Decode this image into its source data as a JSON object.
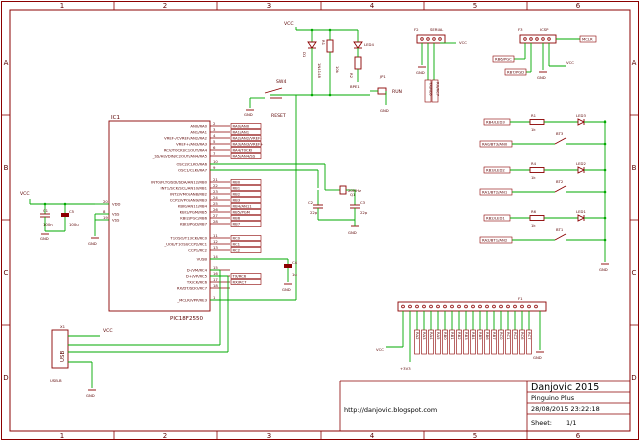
{
  "frame": {
    "columns": [
      "1",
      "2",
      "3",
      "4",
      "5",
      "6"
    ],
    "rows": [
      "A",
      "B",
      "C",
      "D"
    ]
  },
  "title_block": {
    "author": "Danjovic 2015",
    "project": "Pinguino Plus",
    "date": "28/08/2015 23:22:18",
    "sheet_label": "Sheet:",
    "sheet_value": "1/1",
    "url": "http://danjovic.blogspot.com"
  },
  "ic1": {
    "ref": "IC1",
    "part": "PIC18F2550",
    "left_pins": [
      "VDD",
      "VSS",
      "VSS"
    ],
    "left_pin_numbers": [
      "20",
      "8",
      "19"
    ],
    "right_pins": [
      "AN0/RA0",
      "AN1/RA1",
      "VREF-/CVREF/AN2/RA2",
      "VREF+/AN3/RA3",
      "RCV/T0CKI/C1OUT/RA4",
      "_SS/HLVDIN/C2OUT/AN4/RA5",
      "OSC2/CLKO/RA6",
      "OSC1/CLKI/RA7",
      "INT0/FLT0/SDI/SDA/AN12/RB0",
      "INT1/SCK/SCL/AN10/RB1",
      "INT2/VMO/AN8/RB2",
      "CCP2/VPO/AN9/RB3",
      "KBI0/AN11/RB4",
      "KBI1/PGM/RB5",
      "KBI2/PGC/RB6",
      "KBI3/PGD/RB7",
      "T1OSO/T13CKI/RC0",
      "_UOE/T1OSI/CCP2/RC1",
      "CCP1/RC2",
      "VUSB",
      "D-/VM/RC4",
      "D+/VP/RC5",
      "TX/CK/RC6",
      "RX/DT/SDO/RC7",
      "_MCLR/VPP/RE3"
    ],
    "right_pin_numbers": [
      "2",
      "3",
      "4",
      "5",
      "6",
      "7",
      "10",
      "9",
      "21",
      "22",
      "23",
      "24",
      "25",
      "26",
      "27",
      "28",
      "11",
      "12",
      "13",
      "14",
      "15",
      "16",
      "17",
      "18",
      "1"
    ],
    "net_labels": [
      "RA0/AN0",
      "RA1/AN1",
      "RA2/AN2/VREF-",
      "RA3/AN3/VREF+",
      "RA4/T0CKI",
      "RA5/AN4/SS",
      "RB0",
      "RB1",
      "RB2",
      "RB3",
      "RB4/AN11",
      "RB5/PGM",
      "RB6",
      "RB7",
      "RC0",
      "RC1",
      "RC2",
      "TX/RC6",
      "RX/RC7"
    ]
  },
  "components": {
    "vcc": "VCC",
    "gnd": "GND",
    "c1": [
      "C1",
      "100n"
    ],
    "c2": [
      "C2",
      "22p"
    ],
    "c3": [
      "C3",
      "22p"
    ],
    "c4": [
      "C4",
      "1u"
    ],
    "c5": [
      "C5",
      "100u"
    ],
    "q1": [
      "Q1",
      "20MHz"
    ],
    "sw4": [
      "SW4",
      "RESET"
    ],
    "jp1": [
      "JP1",
      "RUN"
    ],
    "d_top": [
      "D1",
      "1N4148"
    ],
    "r_top": [
      "R1",
      "10k"
    ],
    "r_top2": [
      "R2",
      "330"
    ],
    "led_top": [
      "LED4",
      "BPE1"
    ],
    "usb": [
      "X1",
      "USB",
      "USB-B"
    ],
    "f2": [
      "F2",
      "SERIAL"
    ],
    "f3": [
      "F3",
      "ICSP"
    ],
    "f1": [
      "F1"
    ],
    "plus3v3": "+3V3"
  },
  "serial_labels": [
    "TX/RC6",
    "RX/RC7"
  ],
  "icsp_labels": [
    "MCLR",
    "RB6/PGC",
    "RB7/PGD"
  ],
  "led_rows": [
    {
      "net_in": "RB4/LED3",
      "r": "R1",
      "rv": "1k",
      "led": "LED3",
      "sw": "BT3",
      "sw_net": "RA0/BT3/AN0"
    },
    {
      "net_in": "RB3/LED2",
      "r": "R4",
      "rv": "1k",
      "led": "LED2",
      "sw": "BT2",
      "sw_net": "RA1/BT2/AN1"
    },
    {
      "net_in": "RB2/LED1",
      "r": "R6",
      "rv": "1k",
      "led": "LED1",
      "sw": "BT1",
      "sw_net": "RA2/BT1/AN2"
    }
  ],
  "f1_pin_labels": [
    "RA0",
    "RA1",
    "RA2",
    "RA3",
    "RA4",
    "RA5",
    "RB0",
    "RB1",
    "RB2",
    "RB3",
    "RB4",
    "RB5",
    "RB6",
    "RB7",
    "RC0",
    "RC1",
    "RC2",
    "RC6",
    "RC7",
    "VCC"
  ]
}
